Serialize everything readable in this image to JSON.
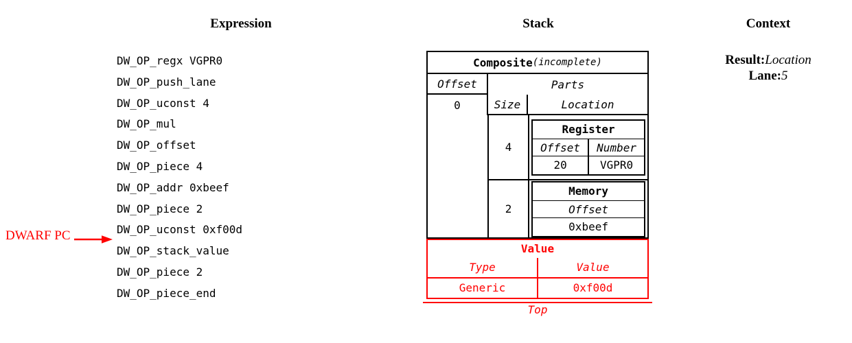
{
  "headers": {
    "expression": "Expression",
    "stack": "Stack",
    "context": "Context"
  },
  "expression": {
    "lines": [
      "DW_OP_regx VGPR0",
      "DW_OP_push_lane",
      "DW_OP_uconst 4",
      "DW_OP_mul",
      "DW_OP_offset",
      "DW_OP_piece 4",
      "DW_OP_addr 0xbeef",
      "DW_OP_piece 2",
      "DW_OP_uconst 0xf00d",
      "DW_OP_stack_value",
      "DW_OP_piece 2",
      "DW_OP_piece_end"
    ],
    "pc_marker": {
      "label": "DWARF PC",
      "points_at_line_index": 9,
      "color": "#ff0000"
    }
  },
  "stack": {
    "composite": {
      "title": "Composite",
      "qualifier": "(incomplete)",
      "offset_header": "Offset",
      "parts_header": "Parts",
      "offset_value": "0",
      "size_header": "Size",
      "location_header": "Location",
      "parts": [
        {
          "size": "4",
          "location": {
            "kind": "Register",
            "columns": [
              "Offset",
              "Number"
            ],
            "values": [
              "20",
              "VGPR0"
            ]
          }
        },
        {
          "size": "2",
          "location": {
            "kind": "Memory",
            "columns": [
              "Offset"
            ],
            "values": [
              "0xbeef"
            ]
          }
        }
      ]
    },
    "value": {
      "title": "Value",
      "columns": [
        "Type",
        "Value"
      ],
      "values": [
        "Generic",
        "0xf00d"
      ],
      "top_label": "Top",
      "color": "#ff0000"
    }
  },
  "context": {
    "entries": [
      {
        "key": "Result:",
        "value": "Location"
      },
      {
        "key": "Lane:",
        "value": "5"
      }
    ]
  }
}
